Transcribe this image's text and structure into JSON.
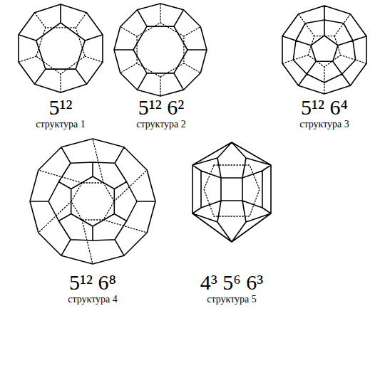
{
  "diagram": {
    "labels": [
      "5¹²",
      "структура 1",
      "5¹² 6²",
      "структура 2",
      "5¹² 6⁴",
      "структура 3",
      "5¹² 6⁸",
      "структура 4",
      "4³ 5⁶ 6³",
      "структура 5"
    ]
  }
}
